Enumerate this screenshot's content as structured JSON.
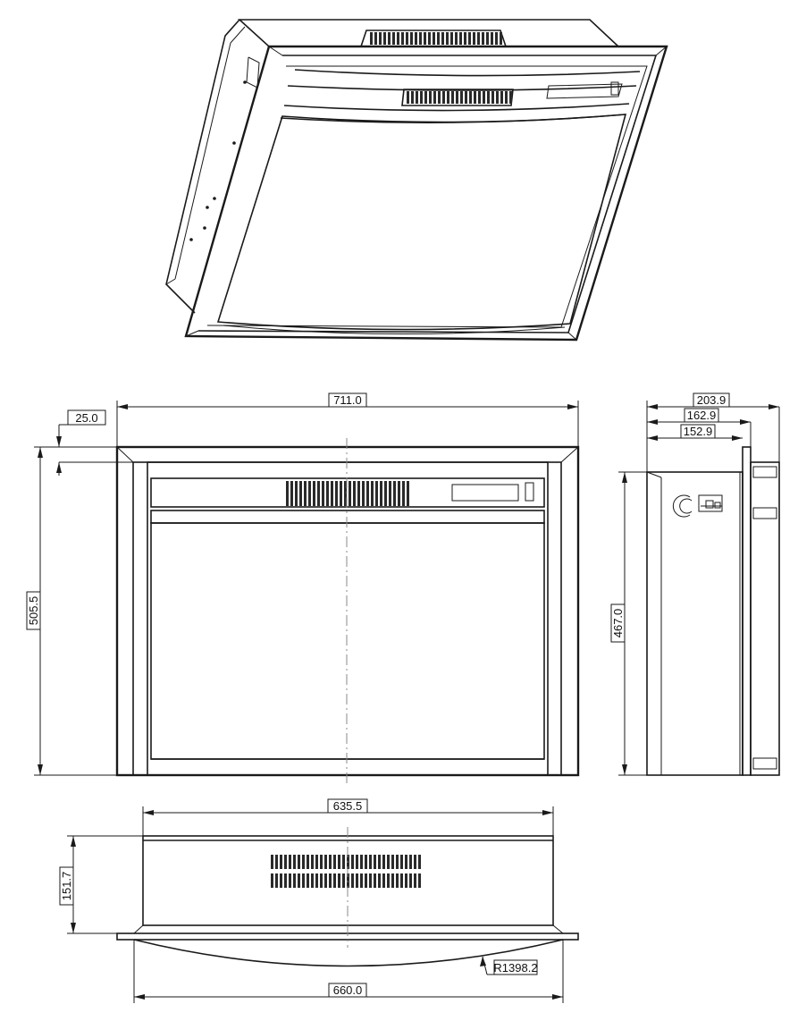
{
  "dimensions": {
    "overall_width": "711.0",
    "frame_border": "25.0",
    "overall_height": "505.5",
    "side_total_depth": "203.9",
    "side_depth_mid": "162.9",
    "side_depth_body": "152.9",
    "side_height": "467.0",
    "top_body_width": "635.5",
    "top_depth": "151.7",
    "top_trim_width": "660.0",
    "top_radius": "R1398.2"
  },
  "views": [
    "isometric-view",
    "front-view",
    "side-view",
    "top-view"
  ]
}
